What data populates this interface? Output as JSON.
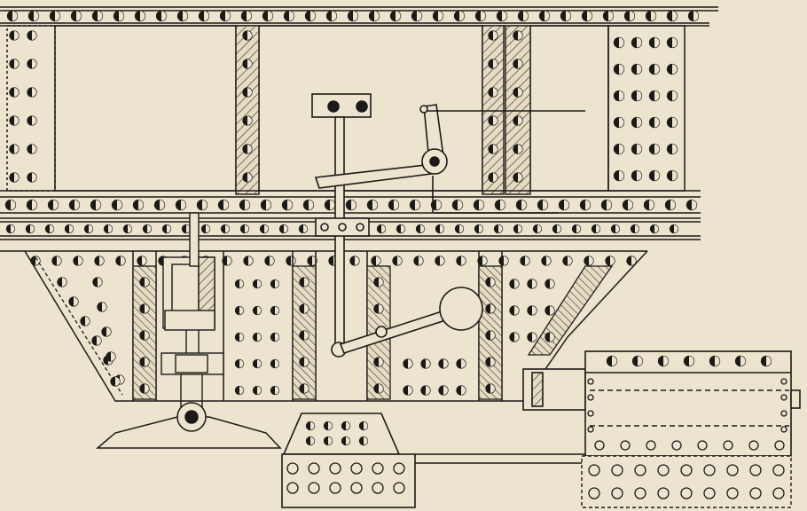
{
  "figure": {
    "kind": "riveted iron girder and lever mechanism engraving",
    "colors": {
      "paper": "#ece4cf",
      "ink": "#1c1a17",
      "hatch": "#3a352d",
      "plate_fill": "#e6dcc4"
    },
    "components": [
      "top-flange",
      "bottom-flange",
      "web-panels",
      "vertical-stiffeners",
      "lower-girder-frame",
      "sloped-end-gusset",
      "vertical-rod",
      "bell-crank-lever",
      "counterweight-arm",
      "spring-buffer",
      "pivot-bearing",
      "hydraulic-cylinder",
      "base-pedestal",
      "base-blocks"
    ]
  }
}
